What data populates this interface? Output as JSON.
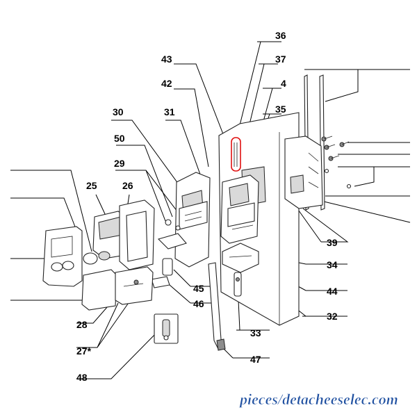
{
  "labels": {
    "l36": "36",
    "l43": "43",
    "l37": "37",
    "l42": "42",
    "l4": "4",
    "l30": "30",
    "l31": "31",
    "l35": "35",
    "l50": "50",
    "l29": "29",
    "l25": "25",
    "l26": "26",
    "l39": "39",
    "l34": "34",
    "l45": "45",
    "l44": "44",
    "l46": "46",
    "l32": "32",
    "l28": "28",
    "l33": "33",
    "l27": "27*",
    "l47": "47",
    "l48": "48"
  },
  "watermark": "pieces/detacheeselec.com",
  "colors": {
    "highlight": "#e01010",
    "watermark": "#1e4fa0",
    "line": "#000000"
  }
}
